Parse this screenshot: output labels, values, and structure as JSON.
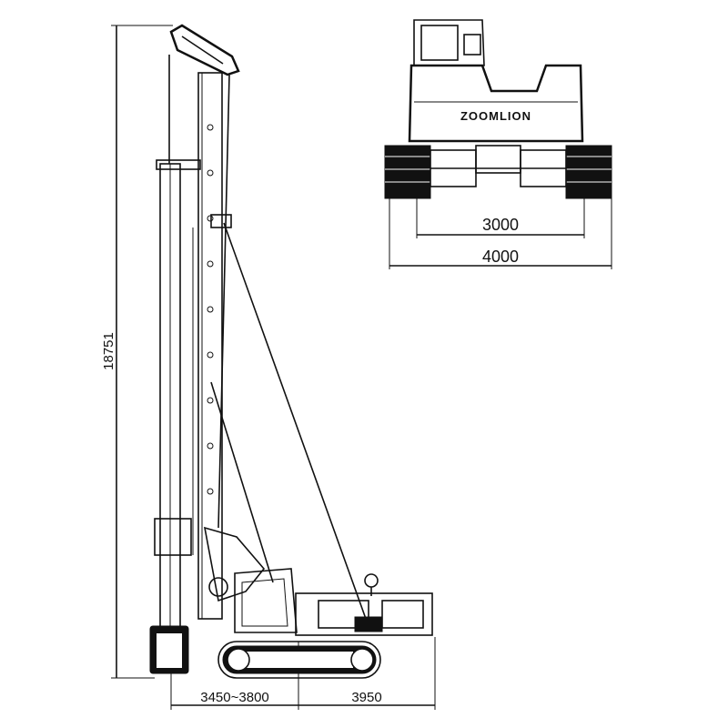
{
  "drawing": {
    "brand": "ZOOMLION",
    "dimensions": {
      "overall_height": "18751",
      "working_radius": "3450~3800",
      "tail_length": "3950",
      "track_gauge": "3000",
      "overall_width": "4000"
    },
    "colors": {
      "line": "#111111",
      "background": "#ffffff"
    }
  }
}
